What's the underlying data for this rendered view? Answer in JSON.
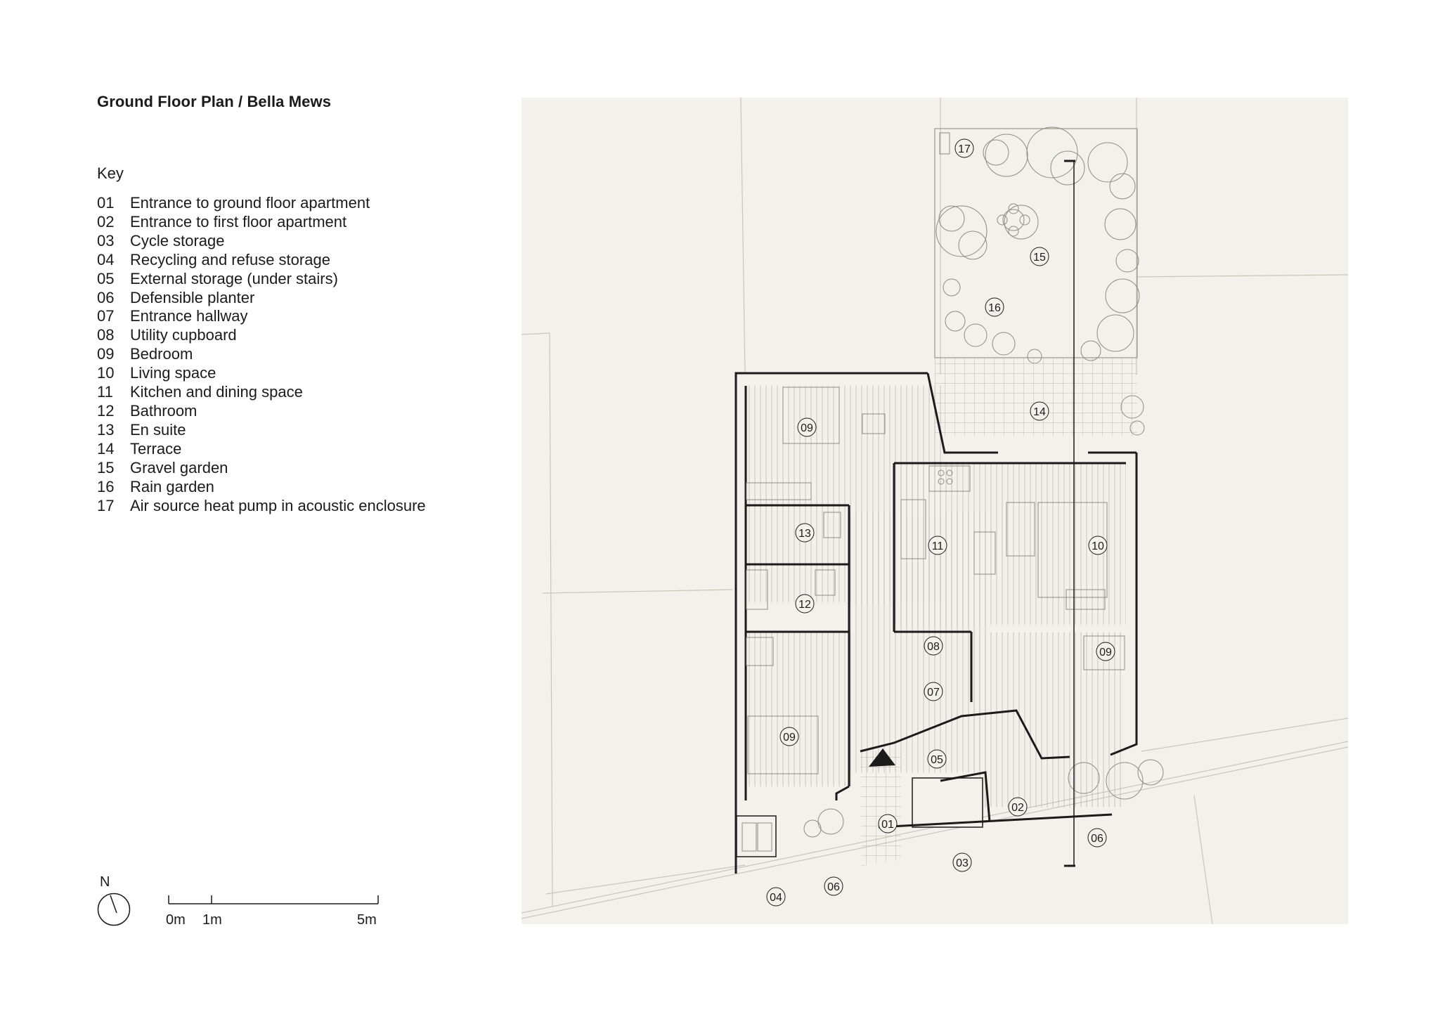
{
  "title": "Ground Floor Plan / Bella Mews",
  "key": {
    "heading": "Key",
    "items": [
      {
        "num": "01",
        "label": "Entrance to ground floor apartment"
      },
      {
        "num": "02",
        "label": "Entrance to first floor apartment"
      },
      {
        "num": "03",
        "label": "Cycle storage"
      },
      {
        "num": "04",
        "label": "Recycling and refuse storage"
      },
      {
        "num": "05",
        "label": "External storage (under stairs)"
      },
      {
        "num": "06",
        "label": "Defensible planter"
      },
      {
        "num": "07",
        "label": "Entrance hallway"
      },
      {
        "num": "08",
        "label": "Utility cupboard"
      },
      {
        "num": "09",
        "label": "Bedroom"
      },
      {
        "num": "10",
        "label": "Living space"
      },
      {
        "num": "11",
        "label": "Kitchen and dining space"
      },
      {
        "num": "12",
        "label": "Bathroom"
      },
      {
        "num": "13",
        "label": "En suite"
      },
      {
        "num": "14",
        "label": "Terrace"
      },
      {
        "num": "15",
        "label": "Gravel garden"
      },
      {
        "num": "16",
        "label": "Rain garden"
      },
      {
        "num": "17",
        "label": "Air source heat pump in acoustic enclosure"
      }
    ]
  },
  "north": {
    "label": "N"
  },
  "scale": {
    "label_0": "0m",
    "label_1": "1m",
    "label_5": "5m"
  },
  "plan": {
    "tags": [
      "17",
      "15",
      "16",
      "14",
      "09",
      "11",
      "10",
      "13",
      "12",
      "08",
      "09",
      "07",
      "09",
      "05",
      "01",
      "02",
      "06",
      "03",
      "06",
      "04"
    ]
  },
  "colors": {
    "background": "#ffffff",
    "plan_background": "#f3f1ec",
    "line": "#1b1b1b",
    "fine_line": "#9a968e"
  }
}
